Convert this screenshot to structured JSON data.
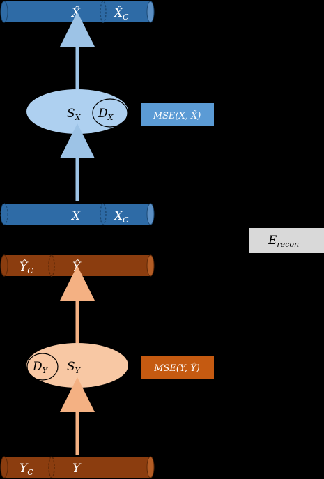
{
  "x_top": {
    "left": "X̂",
    "right": "X̂",
    "right_sub": "C"
  },
  "encoder_x": {
    "s": "S",
    "s_sub": "X",
    "d": "D",
    "d_sub": "X"
  },
  "mse_x": "MSE(X, X̃)",
  "x_bottom": {
    "left": "X",
    "right": "X",
    "right_sub": "C"
  },
  "e_recon": {
    "main": "E",
    "sub": "recon"
  },
  "y_top": {
    "left": "Ŷ",
    "left_sub": "C",
    "right": "Ŷ"
  },
  "encoder_y": {
    "d": "D",
    "d_sub": "Y",
    "s": "S",
    "s_sub": "Y"
  },
  "mse_y": "MSE(Y, Ŷ)",
  "y_bottom": {
    "left": "Y",
    "left_sub": "C",
    "right": "Y"
  },
  "colors": {
    "blue_cyl": "#2e6ba6",
    "blue_light": "#aed0f0",
    "blue_arrow": "#9dc3e6",
    "blue_box": "#5b9bd5",
    "orange_cyl": "#8b3d0f",
    "orange_light": "#f8c8a4",
    "orange_arrow": "#f4b183",
    "orange_box": "#c55a11",
    "gray_box": "#d9d9d9"
  }
}
